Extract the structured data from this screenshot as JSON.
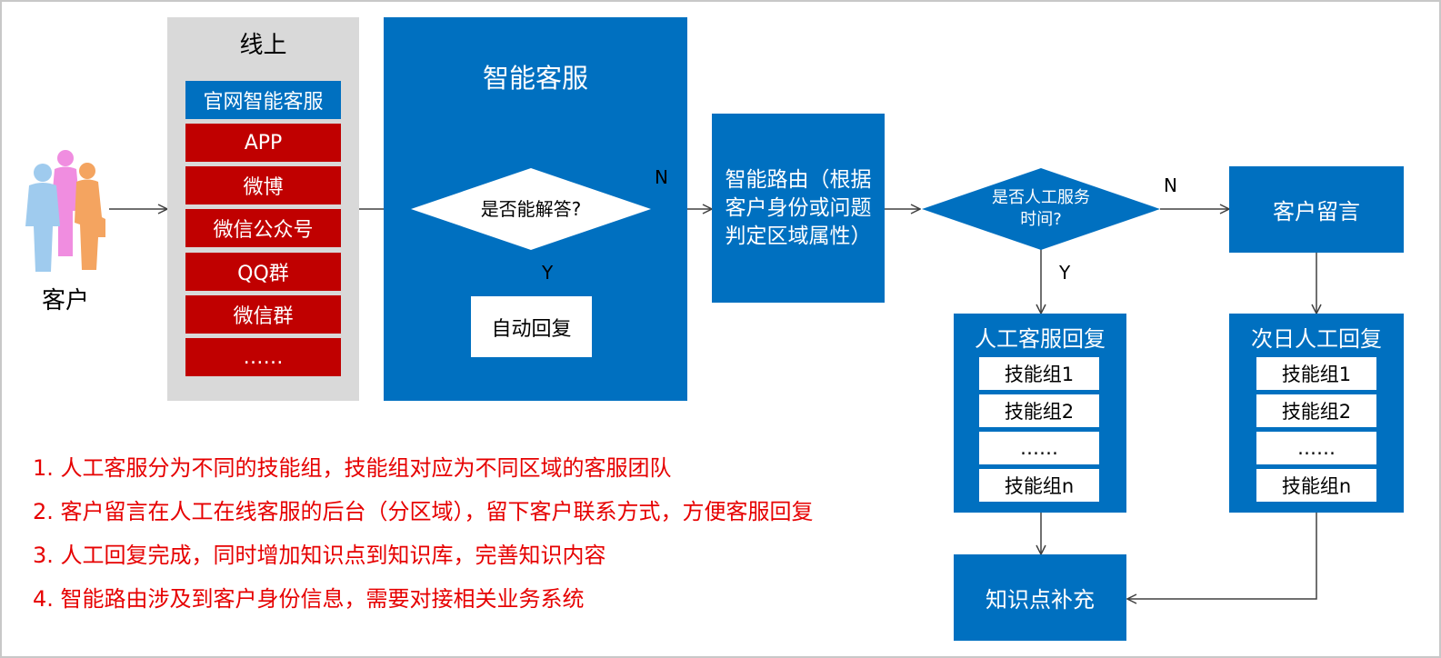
{
  "customer": {
    "label": "客户"
  },
  "online_panel": {
    "title": "线上",
    "channels": [
      "官网智能客服",
      "APP",
      "微博",
      "微信公众号",
      "QQ群",
      "微信群",
      "……"
    ]
  },
  "smart_service": {
    "title": "智能客服",
    "decision": "是否能解答?",
    "yes_label": "Y",
    "no_label": "N",
    "auto_reply": "自动回复"
  },
  "smart_routing": {
    "label": "智能路由（根据客户身份或问题判定区域属性）"
  },
  "service_time": {
    "decision": "是否人工服务时间?",
    "yes_label": "Y",
    "no_label": "N"
  },
  "customer_message": {
    "label": "客户留言"
  },
  "manual_reply": {
    "title": "人工客服回复",
    "groups": [
      "技能组1",
      "技能组2",
      "……",
      "技能组n"
    ]
  },
  "next_day_reply": {
    "title": "次日人工回复",
    "groups": [
      "技能组1",
      "技能组2",
      "……",
      "技能组n"
    ]
  },
  "knowledge_supplement": {
    "label": "知识点补充"
  },
  "notes": [
    "1. 人工客服分为不同的技能组，技能组对应为不同区域的客服团队",
    "2. 客户留言在人工在线客服的后台（分区域），留下客户联系方式，方便客服回复",
    "3. 人工回复完成，同时增加知识点到知识库，完善知识内容",
    "4. 智能路由涉及到客户身份信息，需要对接相关业务系统"
  ],
  "colors": {
    "blue": "#0070c0",
    "red": "#c00000",
    "gray": "#d9d9d9",
    "note_red": "#e60000"
  }
}
